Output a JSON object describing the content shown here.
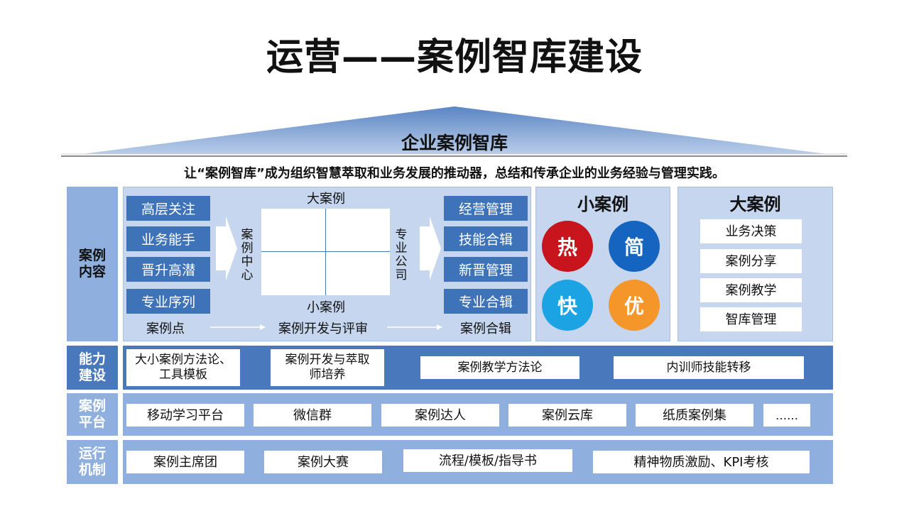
{
  "title": "运营——案例智库建设",
  "roof": {
    "label": "企业案例智库",
    "tagline": "让“案例智库”成为组织智慧萃取和业务发展的推动器，总结和传承企业的业务经验与管理实践。"
  },
  "case_content": {
    "label": "案例\n内容",
    "left_items": [
      "高层关注",
      "业务能手",
      "晋升高潜",
      "专业序列"
    ],
    "left_footer": "案例点",
    "center_vertical_left": "案例\n中心",
    "center_vertical_right": "专业\n公司",
    "quadrant_top": "大案例",
    "quadrant_bottom": "小案例",
    "center_footer": "案例开发与评审",
    "right_items": [
      "经营管理",
      "技能合辑",
      "新晋管理",
      "专业合辑"
    ],
    "right_footer": "案例合辑",
    "small_cases": {
      "title": "小案例",
      "circles": [
        {
          "label": "热",
          "color": "#c8141c"
        },
        {
          "label": "简",
          "color": "#1565c0"
        },
        {
          "label": "快",
          "color": "#1ba3e3"
        },
        {
          "label": "优",
          "color": "#f5962a"
        }
      ]
    },
    "big_cases": {
      "title": "大案例",
      "items": [
        "业务决策",
        "案例分享",
        "案例教学",
        "智库管理"
      ]
    }
  },
  "capability": {
    "label": "能力\n建设",
    "items": [
      "大小案例方法论、\n工具模板",
      "案例开发与萃取\n师培养",
      "案例教学方法论",
      "内训师技能转移"
    ]
  },
  "platform": {
    "label": "案例\n平台",
    "items": [
      "移动学习平台",
      "微信群",
      "案例达人",
      "案例云库",
      "纸质案例集",
      "……"
    ]
  },
  "mechanism": {
    "label": "运行\n机制",
    "items": [
      "案例主席团",
      "案例大赛",
      "流程/模板/指导书",
      "精神物质激励、KPI考核"
    ]
  },
  "colors": {
    "dark_blue": "#3f73b9",
    "light_blue": "#c5d6ee",
    "mid_blue": "#8fb0df"
  }
}
